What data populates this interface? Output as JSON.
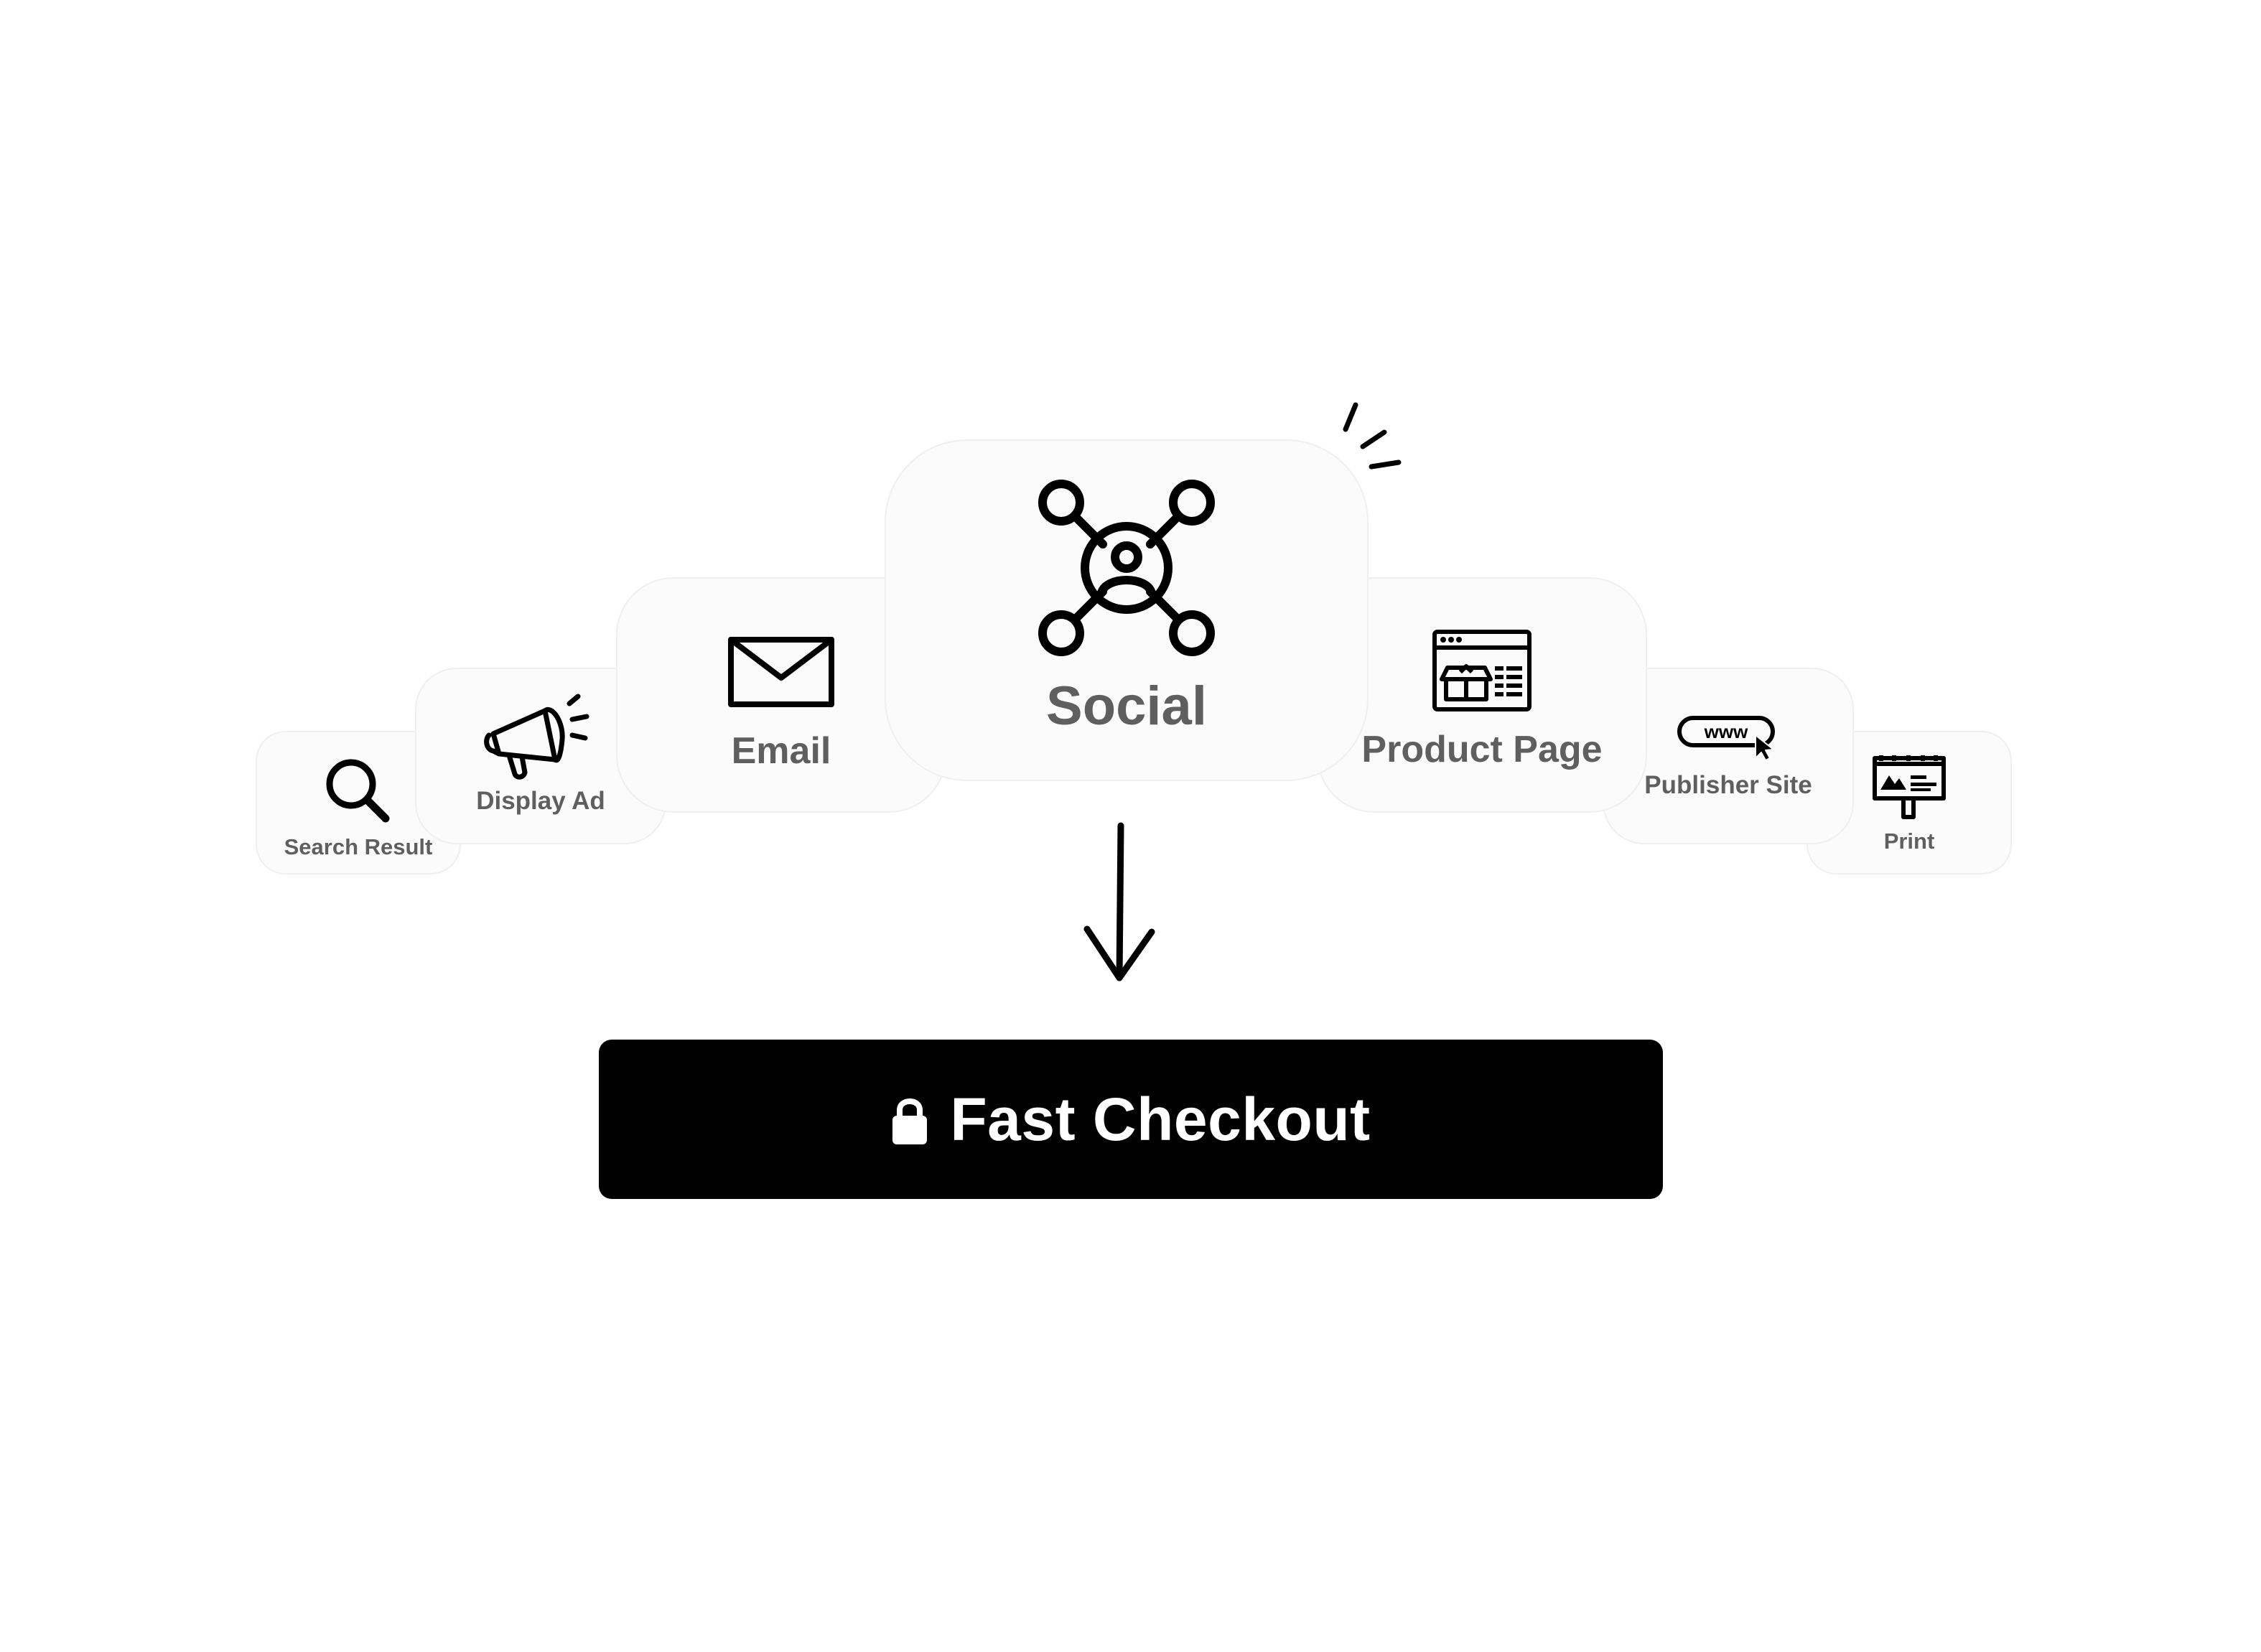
{
  "channels": {
    "search_result": {
      "label": "Search Result",
      "icon": "magnifier-icon"
    },
    "display_ad": {
      "label": "Display Ad",
      "icon": "megaphone-icon"
    },
    "email": {
      "label": "Email",
      "icon": "envelope-icon"
    },
    "social": {
      "label": "Social",
      "icon": "social-network-icon"
    },
    "product_page": {
      "label": "Product Page",
      "icon": "storefront-browser-icon"
    },
    "publisher_site": {
      "label": "Publisher Site",
      "icon": "www-cursor-icon"
    },
    "print": {
      "label": "Print",
      "icon": "billboard-icon"
    }
  },
  "connector": {
    "icon": "down-arrow-icon"
  },
  "checkout": {
    "label": "Fast Checkout",
    "icon": "lock-icon"
  },
  "colors": {
    "card_background": "#fbfbfb",
    "card_border": "#efefef",
    "label_text": "#5f5f5f",
    "button_background": "#000000",
    "button_text": "#ffffff"
  }
}
